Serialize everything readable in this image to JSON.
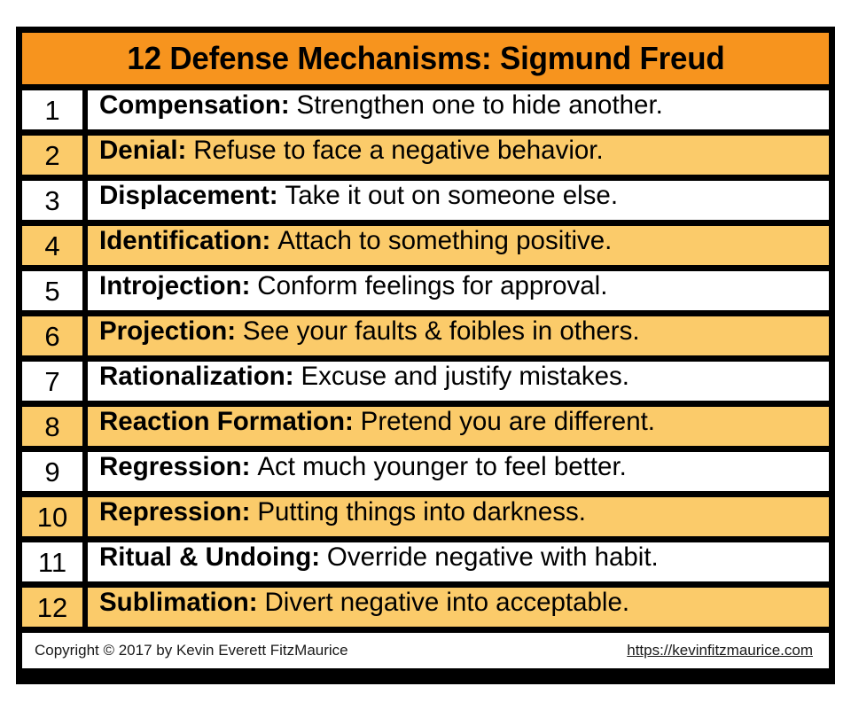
{
  "poster": {
    "title": "12 Defense Mechanisms: Sigmund Freud",
    "colors": {
      "title_background": "#F7941E",
      "row_even_background": "#FBCB6A",
      "row_odd_background": "#FFFFFF",
      "border": "#000000",
      "text": "#000000"
    }
  },
  "rows": [
    {
      "number": "1",
      "term": "Compensation:",
      "definition": "Strengthen one to hide another."
    },
    {
      "number": "2",
      "term": "Denial:",
      "definition": "Refuse to face a negative behavior."
    },
    {
      "number": "3",
      "term": "Displacement:",
      "definition": "Take it out on someone else."
    },
    {
      "number": "4",
      "term": "Identification:",
      "definition": "Attach to something positive."
    },
    {
      "number": "5",
      "term": "Introjection:",
      "definition": "Conform feelings for approval."
    },
    {
      "number": "6",
      "term": "Projection:",
      "definition": "See your faults & foibles in others."
    },
    {
      "number": "7",
      "term": "Rationalization:",
      "definition": "Excuse and justify mistakes."
    },
    {
      "number": "8",
      "term": "Reaction Formation:",
      "definition": "Pretend you are different."
    },
    {
      "number": "9",
      "term": "Regression:",
      "definition": "Act much younger to feel better."
    },
    {
      "number": "10",
      "term": "Repression:",
      "definition": "Putting things into darkness."
    },
    {
      "number": "11",
      "term": "Ritual & Undoing:",
      "definition": "Override negative with habit."
    },
    {
      "number": "12",
      "term": "Sublimation:",
      "definition": "Divert negative into acceptable."
    }
  ],
  "footer": {
    "copyright": "Copyright © 2017 by Kevin Everett FitzMaurice",
    "url": "https://kevinfitzmaurice.com"
  }
}
